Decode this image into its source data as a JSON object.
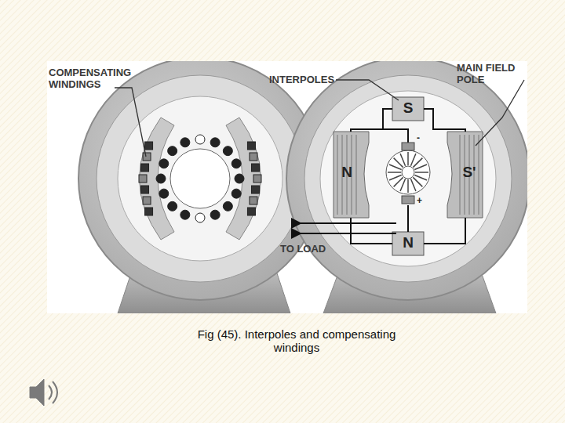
{
  "diagram": {
    "caption": "Fig (45). Interpoles and compensating windings",
    "labels": [
      "COMPENSATING WINDINGS",
      "INTERPOLES",
      "MAIN FIELD POLE",
      "S",
      "N",
      "S'",
      "N",
      "-",
      "+",
      "TO LOAD"
    ]
  }
}
